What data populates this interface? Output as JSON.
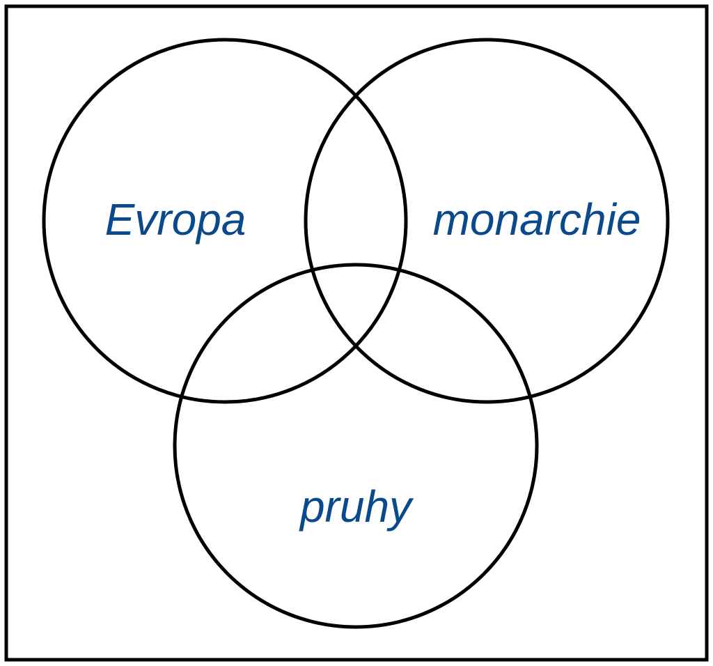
{
  "diagram": {
    "type": "venn",
    "sets": [
      {
        "id": "left",
        "label": "Evropa"
      },
      {
        "id": "right",
        "label": "monarchie"
      },
      {
        "id": "bottom",
        "label": "pruhy"
      }
    ]
  },
  "colors": {
    "background": "#ffffff",
    "outline": "#000000",
    "label": "#0a4a8c"
  }
}
